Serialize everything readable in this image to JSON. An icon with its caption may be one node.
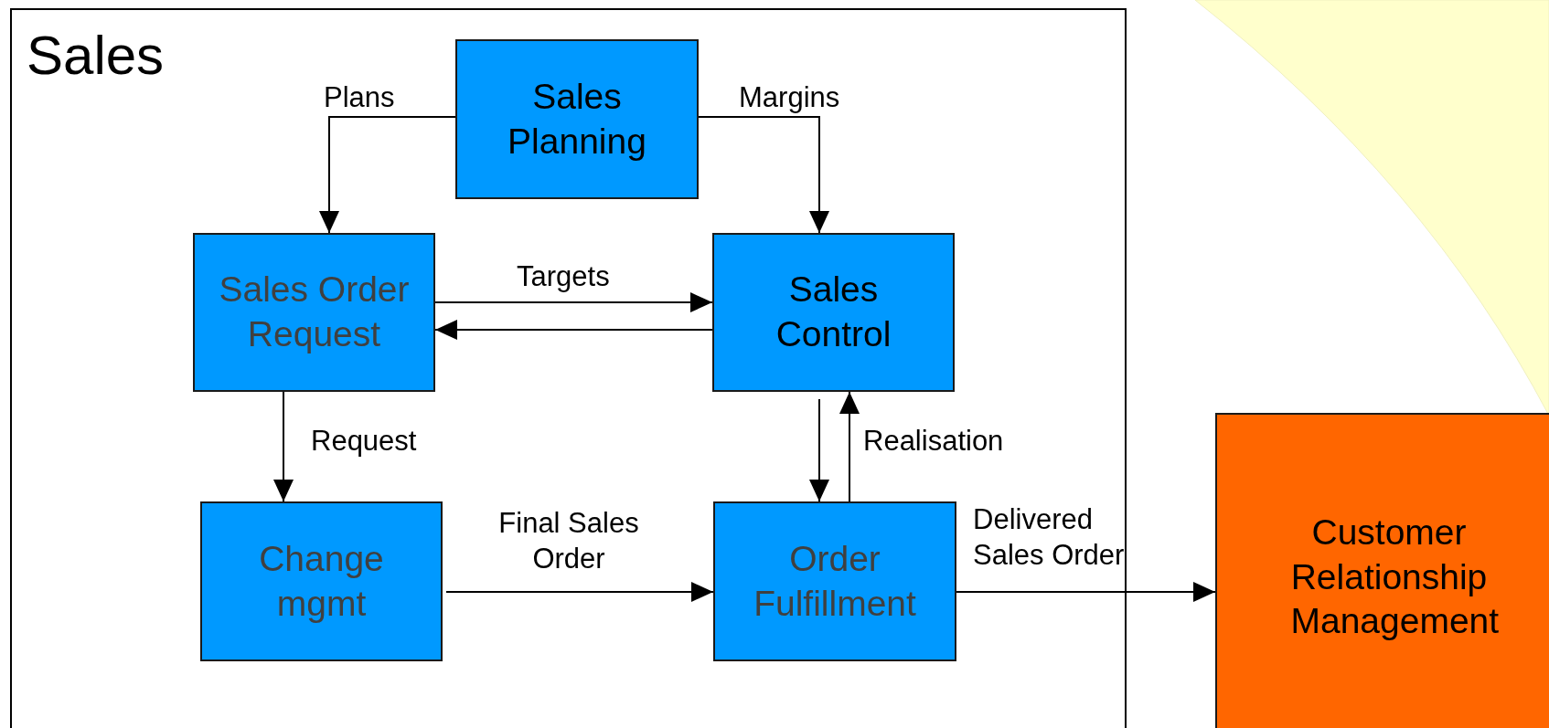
{
  "diagram": {
    "nodes": [
      {
        "text": [
          "Sales"
        ]
      },
      {
        "text": [
          "Sales Planning"
        ],
        "in": 0
      },
      {
        "text": [
          "Sales Order Request"
        ],
        "in": 0
      },
      {
        "text": [
          "Sales Control"
        ],
        "in": 0
      },
      {
        "text": [
          "Change mgmt"
        ],
        "in": 0
      },
      {
        "text": [
          "Order Fulfillment"
        ],
        "in": 0
      },
      {
        "text": [
          "Customer Relationship Management"
        ]
      }
    ],
    "edges": [
      {
        "from": 1,
        "to": 2,
        "arrow": "to",
        "label": "Plans"
      },
      {
        "from": 1,
        "to": 3,
        "arrow": "to",
        "label": "Margins"
      },
      {
        "from": 2,
        "to": 3,
        "arrow": "to",
        "label": "Targets"
      },
      {
        "from": 3,
        "to": 2,
        "arrow": "to"
      },
      {
        "from": 2,
        "to": 4,
        "arrow": "to",
        "label": "Request"
      },
      {
        "from": 3,
        "to": 5,
        "arrow": "to"
      },
      {
        "from": 5,
        "to": 3,
        "arrow": "to",
        "label": "Realisation"
      },
      {
        "from": 4,
        "to": 5,
        "arrow": "to",
        "label": "Final Sales Order"
      },
      {
        "from": 5,
        "to": 6,
        "arrow": "to",
        "label": "Delivered Sales Order"
      }
    ]
  }
}
